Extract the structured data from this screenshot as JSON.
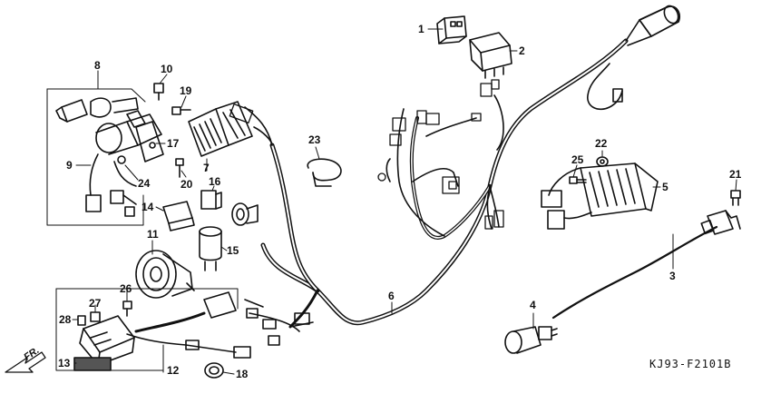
{
  "diagram_code": "KJ93-F2101B",
  "direction_label": "FR.",
  "callouts": {
    "c1": "1",
    "c2": "2",
    "c3": "3",
    "c4": "4",
    "c5": "5",
    "c6": "6",
    "c7": "7",
    "c8": "8",
    "c9": "9",
    "c10": "10",
    "c11": "11",
    "c12": "12",
    "c13": "13",
    "c14": "14",
    "c15": "15",
    "c16": "16",
    "c17": "17",
    "c18": "18",
    "c19": "19",
    "c20": "20",
    "c21": "21",
    "c22": "22",
    "c23": "23",
    "c24": "24",
    "c25": "25",
    "c26": "26",
    "c27": "27",
    "c28": "28"
  }
}
